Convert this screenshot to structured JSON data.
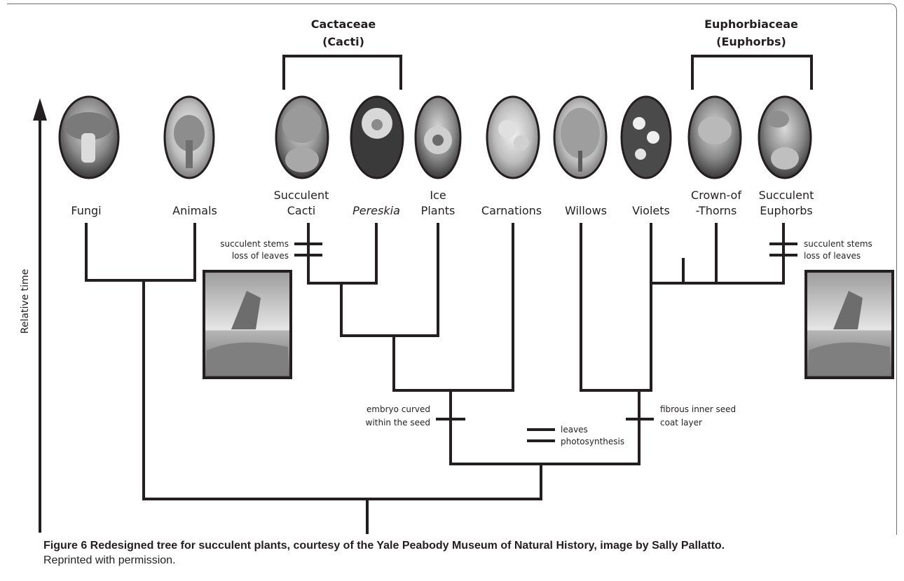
{
  "axis": {
    "label": "Relative time"
  },
  "families": [
    {
      "line1": "Cactaceae",
      "line2": "(Cacti)"
    },
    {
      "line1": "Euphorbiaceae",
      "line2": "(Euphorbs)"
    }
  ],
  "taxa": [
    {
      "lines": [
        "Fungi"
      ],
      "photo": "mushroom"
    },
    {
      "lines": [
        "Animals"
      ],
      "photo": "elephant"
    },
    {
      "lines": [
        "Succulent",
        "Cacti"
      ],
      "photo": "barrel-cactus"
    },
    {
      "lines": [
        "Pereskia"
      ],
      "photo": "pereskia-flower",
      "italic": true
    },
    {
      "lines": [
        "Ice",
        "Plants"
      ],
      "photo": "ice-plant-flower"
    },
    {
      "lines": [
        "Carnations"
      ],
      "photo": "carnation-flowers"
    },
    {
      "lines": [
        "Willows"
      ],
      "photo": "willow-tree"
    },
    {
      "lines": [
        "Violets"
      ],
      "photo": "violet-flowers"
    },
    {
      "lines": [
        "Crown-of",
        "-Thorns"
      ],
      "photo": "crown-of-thorns"
    },
    {
      "lines": [
        "Succulent",
        "Euphorbs"
      ],
      "photo": "succulent-euphorb"
    }
  ],
  "traits": {
    "cacti_stems": "succulent stems",
    "cacti_leaves": "loss of leaves",
    "euph_stems": "succulent stems",
    "euph_leaves": "loss of leaves",
    "embryo_1": "embryo curved",
    "embryo_2": "within the seed",
    "fibrous_1": "fibrous inner seed",
    "fibrous_2": "coat layer",
    "leaves": "leaves",
    "photosynthesis": "photosynthesis"
  },
  "desert_photos": [
    "desert-landscape",
    "desert-landscape"
  ],
  "caption": {
    "bold": "Figure 6 Redesigned tree for succulent plants, courtesy of the Yale Peabody Museum of Natural History, image by Sally Pallatto.",
    "normal": "Reprinted with permission."
  },
  "colors": {
    "line": "#231f20",
    "frame": "#6d6e71"
  }
}
